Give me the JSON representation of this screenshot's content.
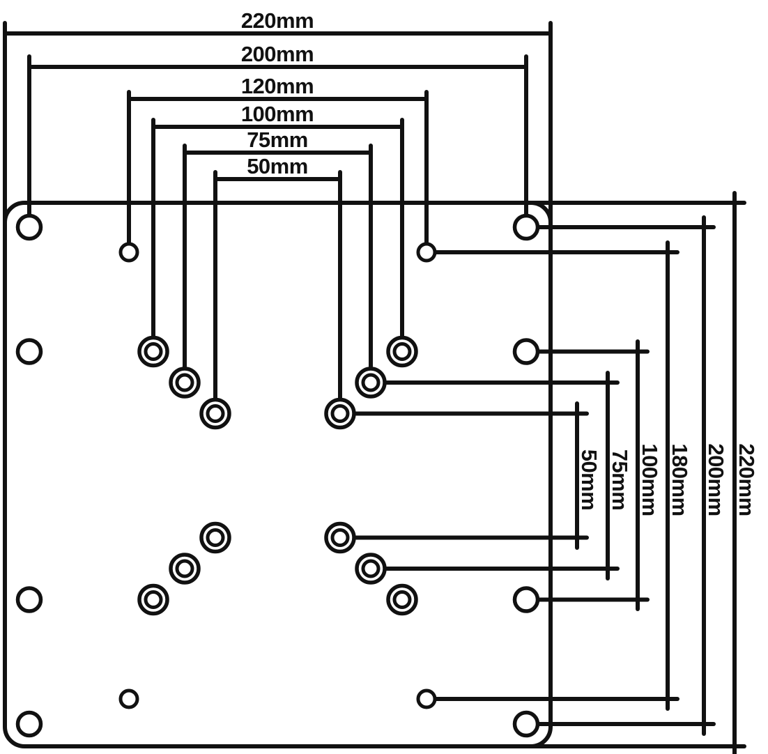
{
  "diagram": {
    "type": "technical dimension drawing of VESA adapter mounting plate",
    "background_color": "#ffffff",
    "line_color": "#111111",
    "horizontal_dimensions": [
      {
        "label": "220mm"
      },
      {
        "label": "200mm"
      },
      {
        "label": "120mm"
      },
      {
        "label": "100mm"
      },
      {
        "label": "75mm"
      },
      {
        "label": "50mm"
      }
    ],
    "vertical_dimensions": [
      {
        "label": "50mm"
      },
      {
        "label": "75mm"
      },
      {
        "label": "100mm"
      },
      {
        "label": "180mm"
      },
      {
        "label": "200mm"
      },
      {
        "label": "220mm"
      }
    ]
  }
}
